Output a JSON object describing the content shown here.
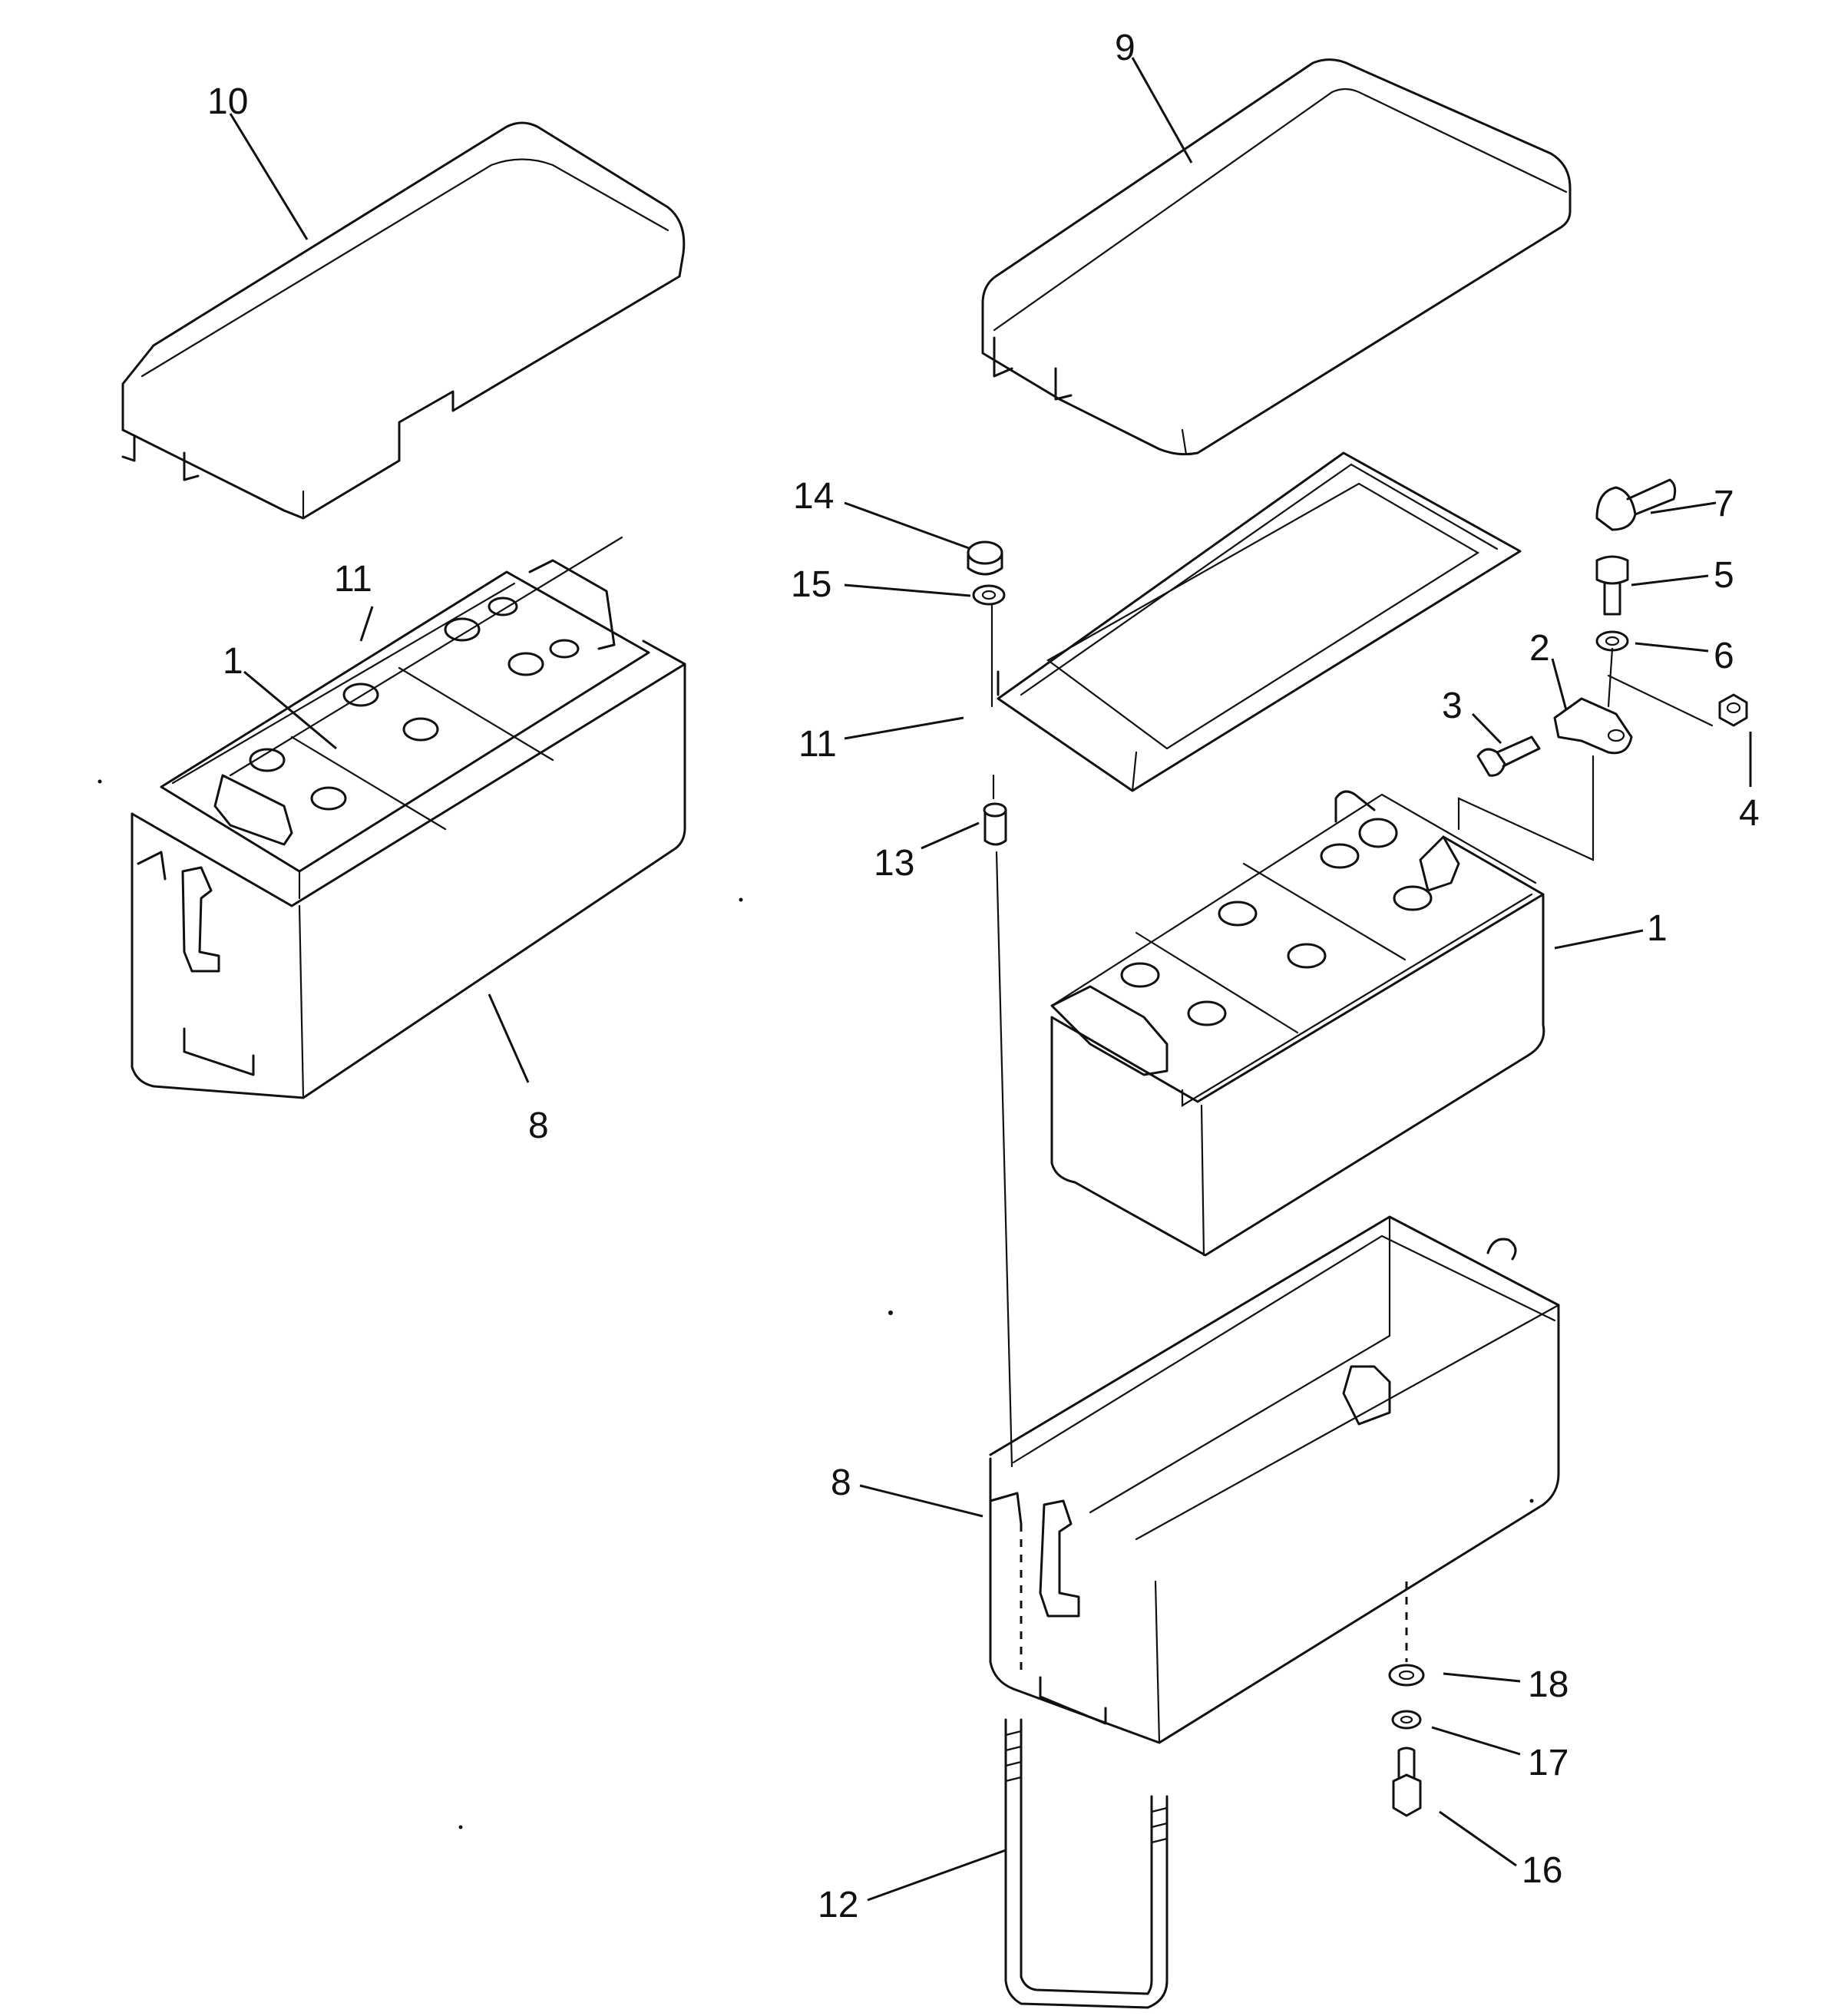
{
  "diagram": {
    "callouts": [
      {
        "id": "c10",
        "label": "10"
      },
      {
        "id": "c11a",
        "label": "11"
      },
      {
        "id": "c1a",
        "label": "1"
      },
      {
        "id": "c8a",
        "label": "8"
      },
      {
        "id": "c9",
        "label": "9"
      },
      {
        "id": "c14",
        "label": "14"
      },
      {
        "id": "c15",
        "label": "15"
      },
      {
        "id": "c11b",
        "label": "11"
      },
      {
        "id": "c13",
        "label": "13"
      },
      {
        "id": "c7",
        "label": "7"
      },
      {
        "id": "c5",
        "label": "5"
      },
      {
        "id": "c2",
        "label": "2"
      },
      {
        "id": "c6",
        "label": "6"
      },
      {
        "id": "c3",
        "label": "3"
      },
      {
        "id": "c4",
        "label": "4"
      },
      {
        "id": "c1b",
        "label": "1"
      },
      {
        "id": "c8b",
        "label": "8"
      },
      {
        "id": "c18",
        "label": "18"
      },
      {
        "id": "c17",
        "label": "17"
      },
      {
        "id": "c16",
        "label": "16"
      },
      {
        "id": "c12",
        "label": "12"
      }
    ]
  }
}
